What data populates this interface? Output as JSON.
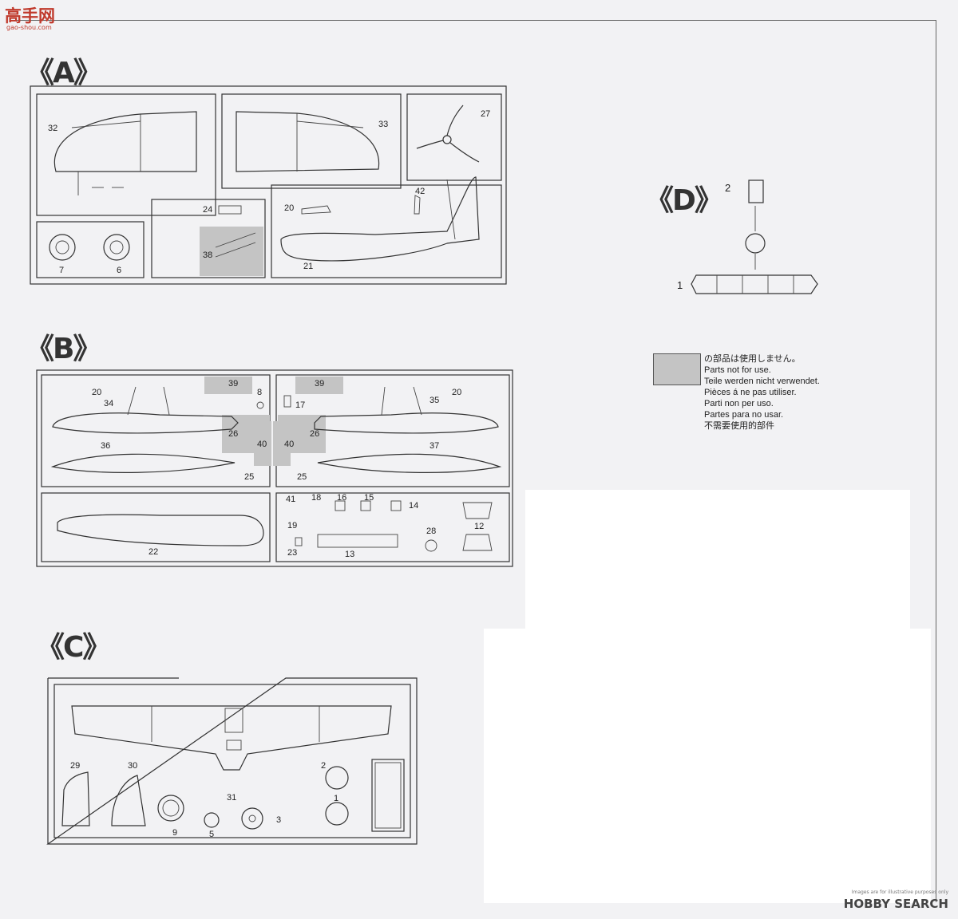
{
  "watermark_top": {
    "text": "高手网",
    "url": "gao-shou.com"
  },
  "watermark_bottom": {
    "text": "HOBBY SEARCH",
    "subtext": "Images are for illustrative purposes only"
  },
  "sections": {
    "A": {
      "label": "《A》",
      "parts": [
        "32",
        "33",
        "27",
        "24",
        "20",
        "42",
        "38",
        "7",
        "6",
        "21"
      ]
    },
    "B": {
      "label": "《B》",
      "parts": [
        "20",
        "34",
        "39",
        "8",
        "39",
        "17",
        "35",
        "20",
        "26",
        "40",
        "36",
        "40",
        "26",
        "37",
        "25",
        "25",
        "41",
        "18",
        "16",
        "15",
        "14",
        "12",
        "19",
        "28",
        "23",
        "13",
        "22"
      ]
    },
    "C": {
      "label": "《C》",
      "parts": [
        "29",
        "30",
        "2",
        "1",
        "31",
        "9",
        "5",
        "3"
      ]
    },
    "D": {
      "label": "《D》",
      "parts": [
        "2",
        "1"
      ]
    }
  },
  "legend": {
    "lines": [
      "の部品は使用しません。",
      "Parts not for use.",
      "Teile werden nicht verwendet.",
      "Pièces á ne pas utiliser.",
      "Parti non per uso.",
      "Partes para no usar.",
      "不需要使用的部件"
    ],
    "swatch_color": "#c4c4c4"
  }
}
